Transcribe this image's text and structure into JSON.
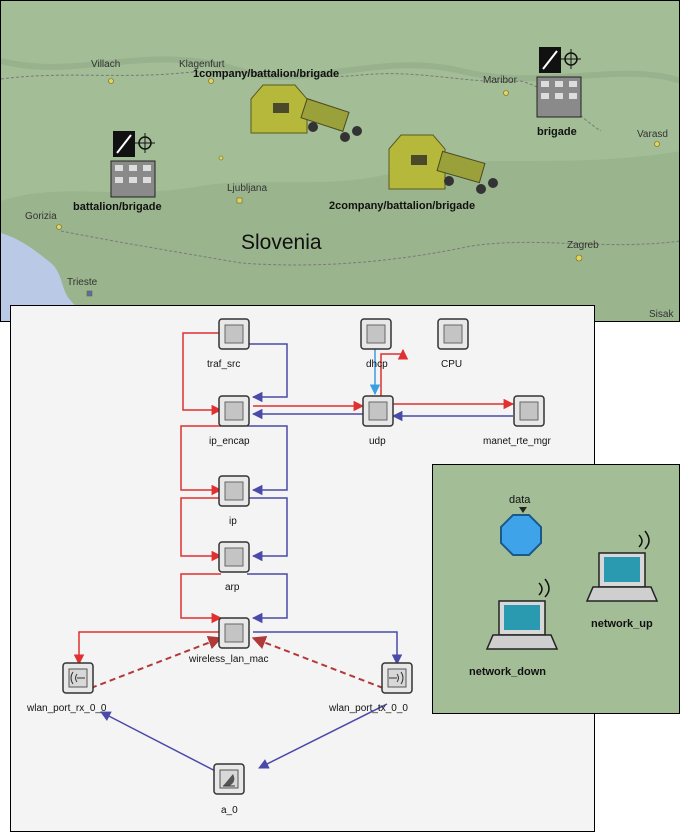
{
  "map": {
    "country": "Slovenia",
    "cities": [
      "Villach",
      "Klagenfurt",
      "Maribor",
      "Varasd",
      "Ljubljana",
      "Gorizia",
      "Trieste",
      "Zagreb",
      "Sisak"
    ],
    "units": [
      "1company/battalion/brigade",
      "2company/battalion/brigade",
      "battalion/brigade",
      "brigade"
    ]
  },
  "node_model": {
    "modules": {
      "traf_src": "traf_src",
      "dhcp": "dhcp",
      "cpu": "CPU",
      "ip_encap": "ip_encap",
      "udp": "udp",
      "manet": "manet_rte_mgr",
      "ip": "ip",
      "arp": "arp",
      "wlan_mac": "wireless_lan_mac",
      "rx": "wlan_port_rx_0_0",
      "tx": "wlan_port_tx_0_0",
      "antenna": "a_0"
    },
    "colors": {
      "stream_down": "#e03030",
      "stream_up": "#4a4aa8",
      "stat_wire": "#b03a3a",
      "dhcp_link": "#3aa0e0"
    }
  },
  "network": {
    "items": [
      "data",
      "network_down",
      "network_up"
    ]
  }
}
